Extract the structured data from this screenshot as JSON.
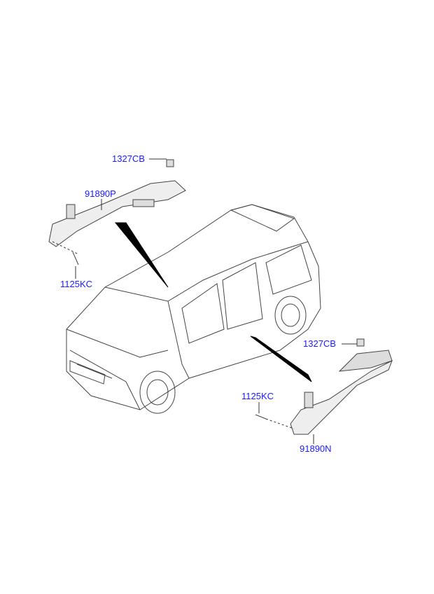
{
  "labels": {
    "nut_upper": "1327CB",
    "module_front": "91890P",
    "bolt_upper": "1125KC",
    "nut_lower": "1327CB",
    "bolt_lower": "1125KC",
    "module_rear": "91890N"
  },
  "colors": {
    "label": "#1a1aff",
    "line": "#333333"
  }
}
